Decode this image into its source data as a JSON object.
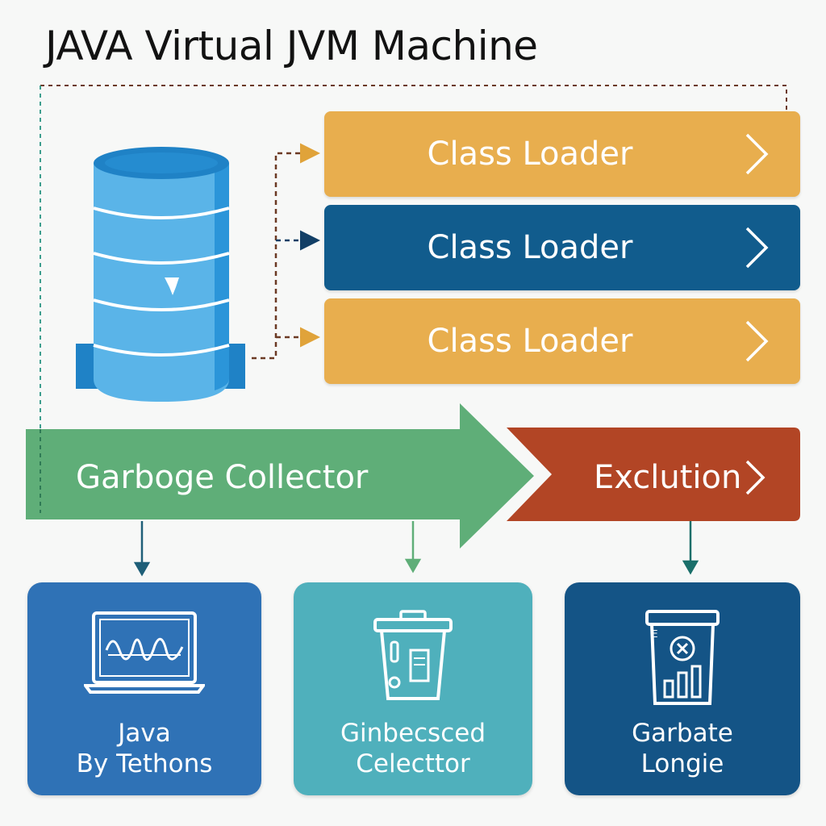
{
  "title": "JAVA Virtual JVM Machine",
  "class_loaders": [
    {
      "label": "Class Loader",
      "color": "#e8ae4e"
    },
    {
      "label": "Class Loader",
      "color": "#115c8d"
    },
    {
      "label": "Class Loader",
      "color": "#e8ae4e"
    }
  ],
  "garbage_collector": {
    "label": "Garboge Collector",
    "color": "#5fae78"
  },
  "execution": {
    "label": "Exclution",
    "color": "#b24525"
  },
  "cards": [
    {
      "line1": "Java",
      "line2": "By Tethons",
      "icon": "monitor-icon",
      "color": "#2f72b6"
    },
    {
      "line1": "Ginbecsced",
      "line2": "Celecttor",
      "icon": "trash-bin-icon",
      "color": "#4fb0bc"
    },
    {
      "line1": "Garbate",
      "line2": "Longie",
      "icon": "bin-chart-icon",
      "color": "#145486"
    }
  ],
  "database_icon": "database-cylinder-icon",
  "colors": {
    "cylinder": "#5ab4e8",
    "cylinder_dark": "#1f82c6",
    "connector": "#6b3a24",
    "dashed_teal": "#3e9e8e",
    "arrow_down": "#1f5f78"
  }
}
